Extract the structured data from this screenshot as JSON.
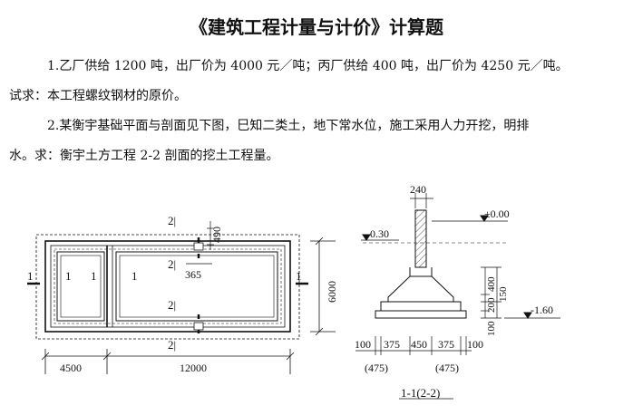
{
  "title": "《建筑工程计量与计价》计算题",
  "question1": {
    "line1": "1.乙厂供给 1200 吨，出厂价为 4000 元／吨；丙厂供给 400 吨，出厂价为 4250 元／吨。",
    "line2": "试求：本工程螺纹钢材的原价。"
  },
  "question2": {
    "line1": "2.某衡宇基础平面与剖面见下图，巳知二类土，地下常水位，施工采用人力开挖，明排",
    "line2": "水。求：衡宇土方工程 2-2 剖面的挖土工程量。"
  },
  "plan": {
    "top_label": "2|",
    "upper_mid_label": "2|",
    "lower_mid_label": "2|",
    "bottom_label": "2|",
    "section_label": "1",
    "dim_490": "490",
    "dim_365": "365",
    "dim_4500": "4500",
    "dim_12000": "12000",
    "dim_6000": "6000"
  },
  "section": {
    "dim_240": "240",
    "elev_zero": "±0.00",
    "elev_030": "-0.30",
    "elev_160": "-1.60",
    "dim_400": "400",
    "dim_150": "150",
    "dim_200": "200",
    "dim_100v": "100",
    "bottom_dims": [
      "100",
      "375",
      "450",
      "375",
      "100"
    ],
    "paren_left": "(475)",
    "paren_right": "(475)",
    "caption": "1-1(2-2)"
  }
}
